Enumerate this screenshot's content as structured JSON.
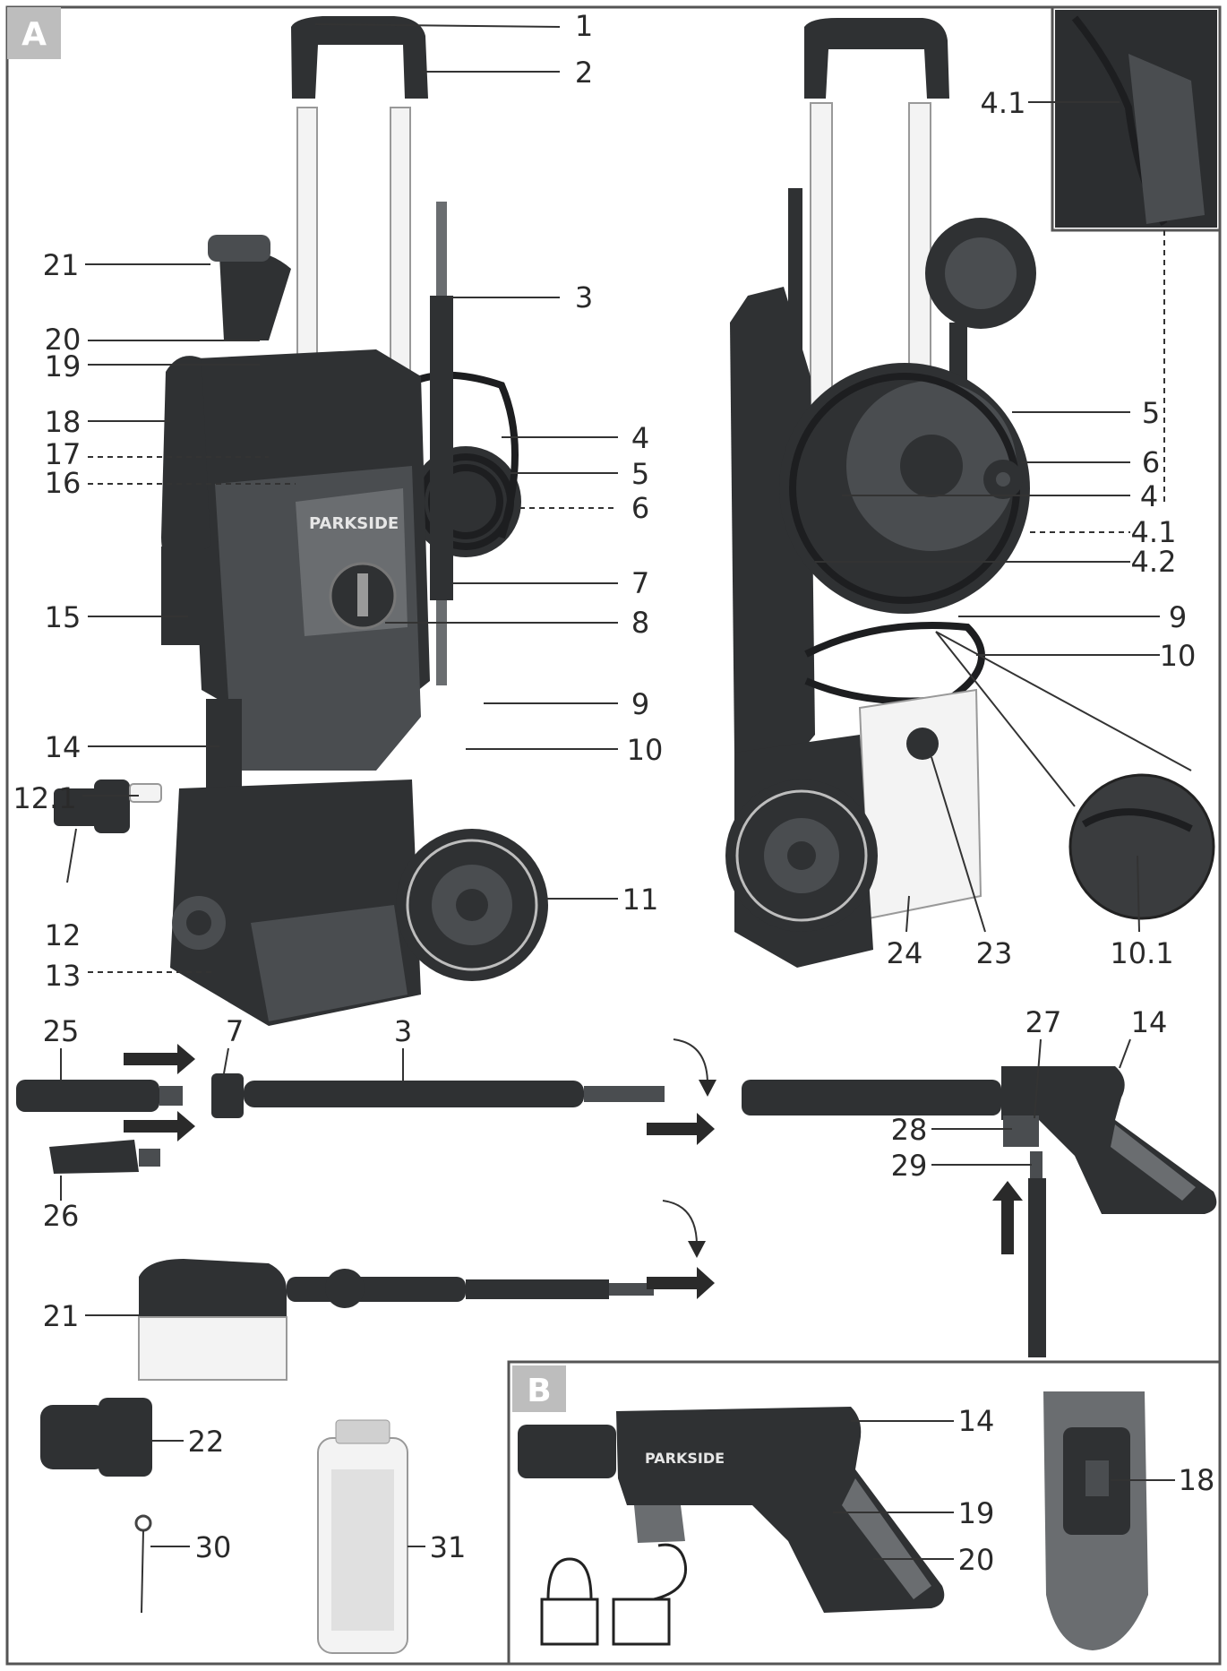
{
  "panels": [
    {
      "id": "A",
      "badge": "A"
    },
    {
      "id": "B",
      "badge": "B"
    }
  ],
  "brand_text": "PARKSIDE",
  "colors": {
    "badge_bg": "#bdbdbd",
    "device_dark": "#2f3133",
    "frame": "#555555"
  },
  "callouts_a": [
    "1",
    "2",
    "3",
    "21",
    "20",
    "19",
    "18",
    "17",
    "16",
    "4",
    "5",
    "6",
    "15",
    "7",
    "8",
    "14",
    "9",
    "10",
    "12.1",
    "12",
    "13",
    "11",
    "4.1",
    "5",
    "6",
    "4",
    "4.1",
    "4.2",
    "9",
    "10",
    "24",
    "23",
    "10.1",
    "25",
    "7",
    "3",
    "27",
    "14",
    "26",
    "28",
    "29",
    "21",
    "22",
    "30",
    "31"
  ],
  "callouts_b": [
    "14",
    "19",
    "20",
    "18"
  ]
}
